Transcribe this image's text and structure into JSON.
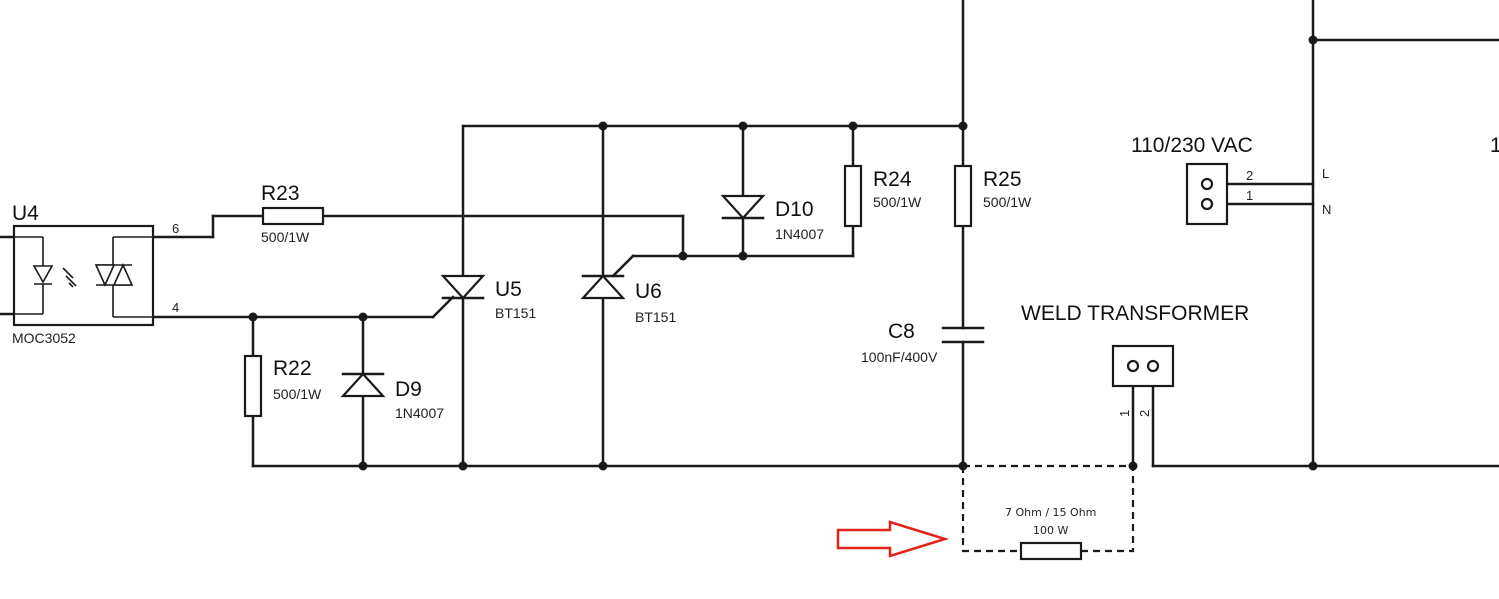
{
  "components": {
    "u4": {
      "ref": "U4",
      "part": "MOC3052",
      "pin_top": "6",
      "pin_bottom": "4"
    },
    "r23": {
      "ref": "R23",
      "value": "500/1W"
    },
    "r22": {
      "ref": "R22",
      "value": "500/1W"
    },
    "d9": {
      "ref": "D9",
      "part": "1N4007"
    },
    "u5": {
      "ref": "U5",
      "part": "BT151"
    },
    "u6": {
      "ref": "U6",
      "part": "BT151"
    },
    "d10": {
      "ref": "D10",
      "part": "1N4007"
    },
    "r24": {
      "ref": "R24",
      "value": "500/1W"
    },
    "r25": {
      "ref": "R25",
      "value": "500/1W"
    },
    "c8": {
      "ref": "C8",
      "value": "100nF/400V"
    },
    "mains": {
      "label": "110/230 VAC",
      "pin2": "2",
      "pin1": "1",
      "line": "L",
      "neutral": "N"
    },
    "weld": {
      "label": "WELD TRANSFORMER",
      "pin1": "1",
      "pin2": "2"
    },
    "load": {
      "line1": "7 Ohm / 15 Ohm",
      "line2": "100 W"
    },
    "edge_text": "1"
  },
  "colors": {
    "wire": "#1a1a1a",
    "arrow": "#e2231a"
  }
}
